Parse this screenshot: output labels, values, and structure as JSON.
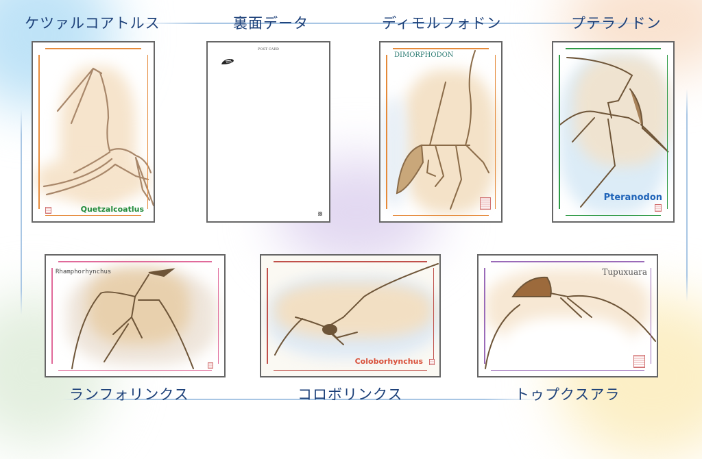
{
  "page": {
    "colors": {
      "title_text": "#1b3f78",
      "frame_line": "#a8c6e4",
      "card_border": "#666666"
    }
  },
  "cards": [
    {
      "id": "quetzalcoatlus",
      "title_jp": "ケツァルコアトルス",
      "label": "Quetzalcoatlus",
      "label_color": "#1f8a3a",
      "border_color": "#e58a3a",
      "orientation": "portrait"
    },
    {
      "id": "back",
      "title_jp": "裏面データ",
      "label": "POST CARD",
      "label_color": "#555555",
      "border_color": "#666666",
      "orientation": "portrait"
    },
    {
      "id": "dimorphodon",
      "title_jp": "ディモルフォドン",
      "label": "DIMORPHODON",
      "label_color": "#2e7d74",
      "border_color": "#e58a3a",
      "orientation": "portrait"
    },
    {
      "id": "pteranodon",
      "title_jp": "プテラノドン",
      "label": "Pteranodon",
      "label_color": "#1e63b8",
      "border_color": "#2e9a45",
      "orientation": "portrait"
    },
    {
      "id": "rhamphorhynchus",
      "title_jp": "ランフォリンクス",
      "label": "Rhamphorhynchus",
      "label_color": "#444444",
      "border_color": "#e06a9a",
      "orientation": "landscape"
    },
    {
      "id": "coloborhynchus",
      "title_jp": "コロボリンクス",
      "label": "Coloborhynchus",
      "label_color": "#d9503a",
      "border_color": "#c0504a",
      "orientation": "landscape"
    },
    {
      "id": "tupuxuara",
      "title_jp": "トゥプクスアラ",
      "label": "Tupuxuara",
      "label_color": "#555555",
      "border_color": "#9a6ab8",
      "orientation": "landscape"
    }
  ]
}
